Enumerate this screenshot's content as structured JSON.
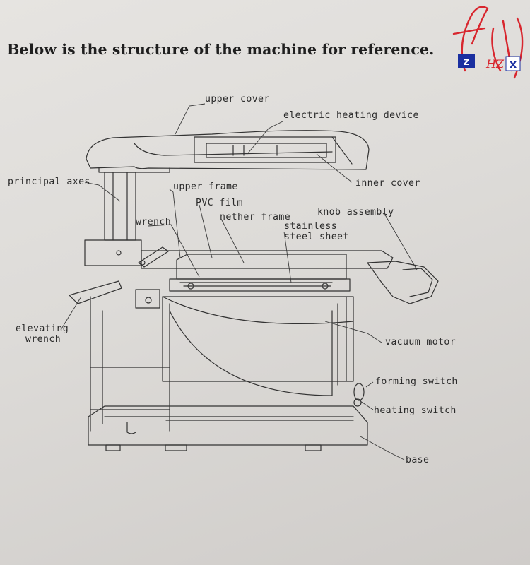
{
  "title": "Below is the structure of the machine for reference.",
  "logo": {
    "letters": [
      "f",
      "z",
      "H",
      "Z",
      "x"
    ],
    "accent_color": "#d8262e",
    "tile_color": "#1a2fa0"
  },
  "labels": {
    "upper_cover": "upper cover",
    "electric_heating_device": "electric heating device",
    "principal_axes": "principal axes",
    "inner_cover": "inner cover",
    "upper_frame": "upper frame",
    "pvc_film": "PVC film",
    "wrench": "wrench",
    "nether_frame": "nether frame",
    "knob_assembly": "knob assembly",
    "stainless_line1": "stainless",
    "stainless_line2": "steel sheet",
    "elevating_line1": "elevating",
    "elevating_line2": "wrench",
    "vacuum_motor": "vacuum motor",
    "forming_switch": "forming switch",
    "heating_switch": "heating switch",
    "base": "base"
  },
  "colors": {
    "ink": "#2b2b2b",
    "paper": "#e2e0dd"
  }
}
